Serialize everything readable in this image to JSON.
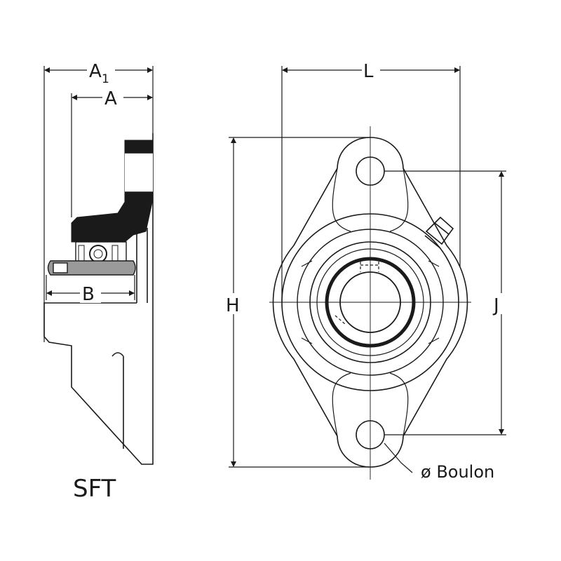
{
  "diagram": {
    "model_label": "SFT",
    "side_view": {
      "dim_a1": "A",
      "dim_a1_subscript": "1",
      "dim_a": "A",
      "dim_b": "B"
    },
    "front_view": {
      "dim_l": "L",
      "dim_h": "H",
      "dim_j": "J",
      "bolt_label": "ø Boulon"
    },
    "colors": {
      "line": "#1a1a1a",
      "fill_dark": "#1a1a1a",
      "fill_grey": "#9a9a9a",
      "background": "#ffffff"
    }
  }
}
